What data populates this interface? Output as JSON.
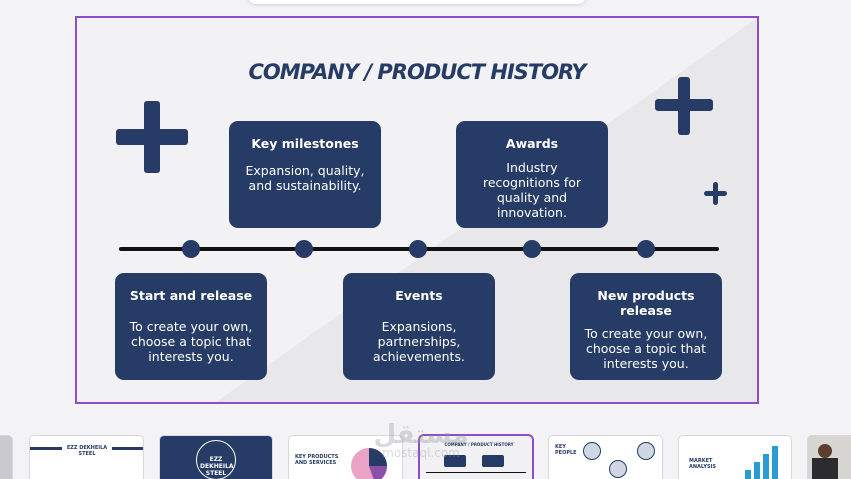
{
  "slide": {
    "title": "COMPANY / PRODUCT HISTORY",
    "cards_top": [
      {
        "title": "Key milestones",
        "text": "Expansion, quality, and sustainability."
      },
      {
        "title": "Awards",
        "text": "Industry recognitions for quality and innovation."
      }
    ],
    "cards_bottom": [
      {
        "title": "Start and release",
        "text": "To create your own, choose a topic that interests you."
      },
      {
        "title": "Events",
        "text": "Expansions, partnerships, achievements."
      },
      {
        "title": "New products release",
        "text": "To create your own, choose a topic that interests you."
      }
    ]
  },
  "thumbnails": [
    {
      "label": "EZZ DEKHEILA STEEL"
    },
    {
      "label": "EZZ DEKHEILA STEEL"
    },
    {
      "label": "KEY PRODUCTS AND SERVICES"
    },
    {
      "label": "COMPANY / PRODUCT HISTORY"
    },
    {
      "label": "KEY PEOPLE"
    },
    {
      "label": "MARKET ANALYSIS"
    }
  ],
  "watermark": {
    "arabic": "مستقل",
    "latin": "mostaql.com"
  },
  "colors": {
    "navy": "#263c66",
    "selection": "#8b4fc9",
    "slide_bg": "#f1f1f3"
  }
}
